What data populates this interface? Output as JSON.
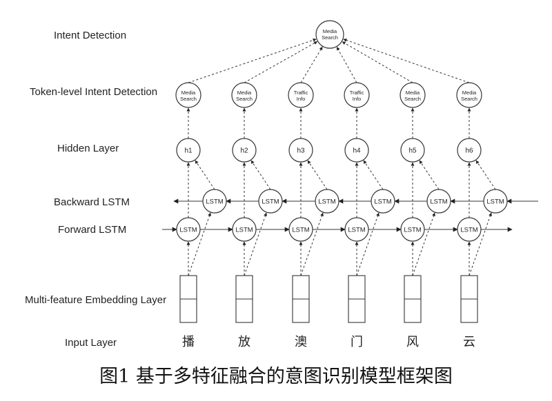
{
  "layers": {
    "intent": "Intent Detection",
    "token_intent": "Token-level Intent Detection",
    "hidden": "Hidden Layer",
    "backward": "Backward LSTM",
    "forward": "Forward LSTM",
    "embedding": "Multi-feature Embedding Layer",
    "input": "Input Layer"
  },
  "intent_node": [
    "Media",
    "Search"
  ],
  "token_intents": [
    [
      "Media",
      "Search"
    ],
    [
      "Media",
      "Search"
    ],
    [
      "Traffic",
      "Info"
    ],
    [
      "Traffic",
      "Info"
    ],
    [
      "Media",
      "Search"
    ],
    [
      "Media",
      "Search"
    ]
  ],
  "hidden_units": [
    "h1",
    "h2",
    "h3",
    "h4",
    "h5",
    "h6"
  ],
  "lstm_label": "LSTM",
  "input_chars": [
    "播",
    "放",
    "澳",
    "门",
    "风",
    "云"
  ],
  "caption": "图1  基于多特征融合的意图识别模型框架图"
}
